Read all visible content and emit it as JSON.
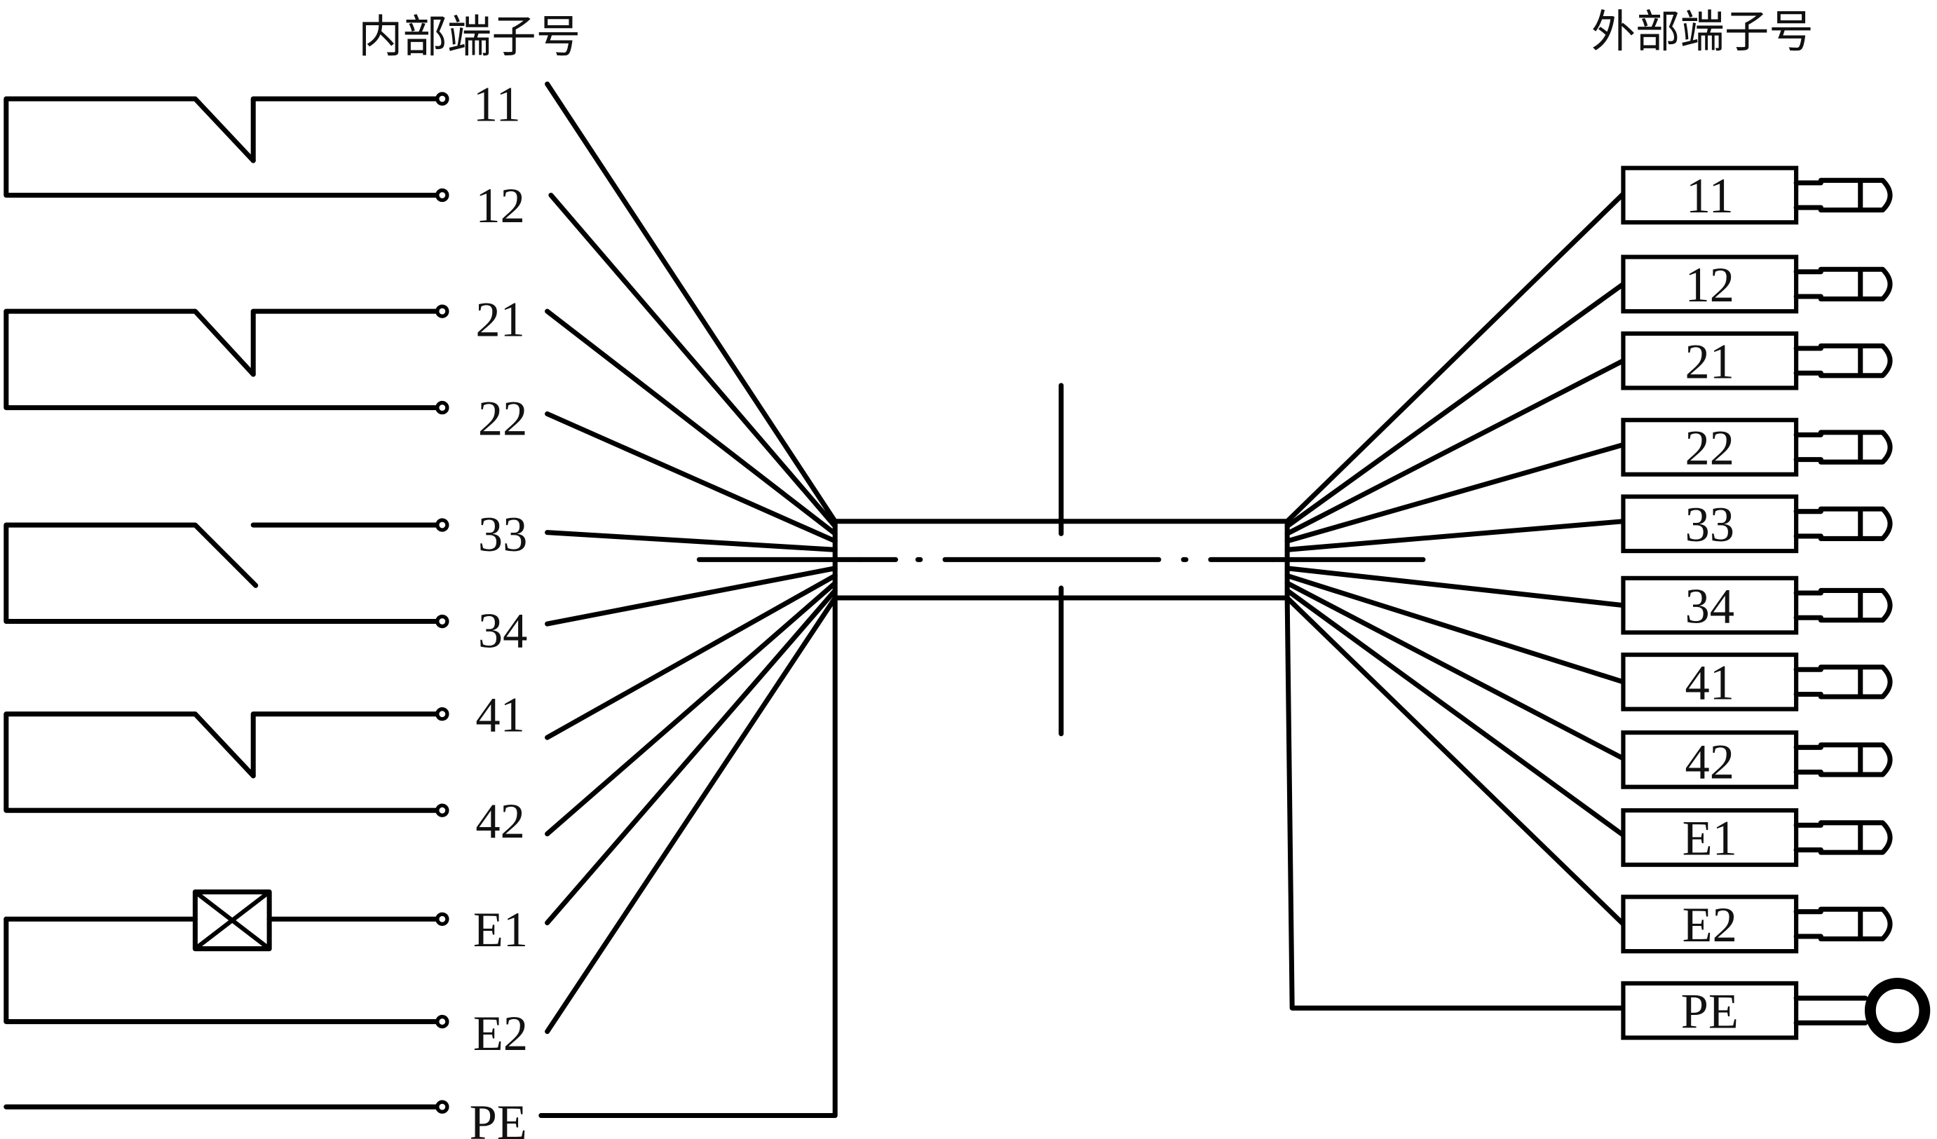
{
  "headers": {
    "internal": "内部端子号",
    "external": "外部端子号"
  },
  "internal_terminals": [
    "11",
    "12",
    "21",
    "22",
    "33",
    "34",
    "41",
    "42",
    "E1",
    "E2",
    "PE"
  ],
  "external_terminals": [
    "11",
    "12",
    "21",
    "22",
    "33",
    "34",
    "41",
    "42",
    "E1",
    "E2",
    "PE"
  ],
  "colors": {
    "line": "#000000",
    "background": "#ffffff"
  }
}
